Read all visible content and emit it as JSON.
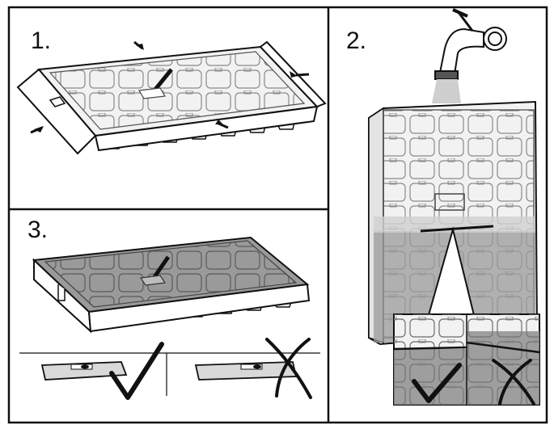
{
  "steps": [
    {
      "label": "1."
    },
    {
      "label": "2."
    },
    {
      "label": "3."
    }
  ],
  "icons": [
    "check-mark-icon",
    "cross-mark-icon",
    "water-tap-icon",
    "press-arrow-icon"
  ],
  "colors": {
    "line": "#111111",
    "tray_fill": "#f2f2f2",
    "water_fill": "#9a9a9a",
    "water_light": "#cfcfcf",
    "inset_bg": "#bdbdbd"
  }
}
